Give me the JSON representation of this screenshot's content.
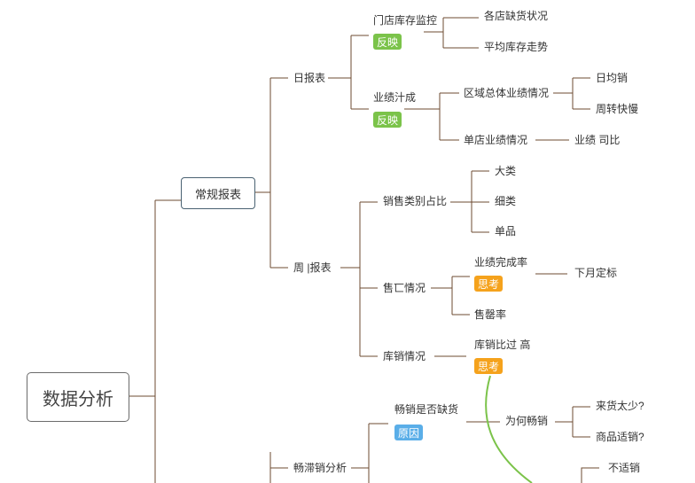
{
  "root": "数据分析",
  "colors": {
    "line": "#6d4b32",
    "green_tag": "#7bc34a",
    "orange_tag": "#f5a21c",
    "blue_tag": "#5aaee8",
    "curve": "#7bc34a"
  },
  "l1": {
    "regular_report": "常规报表",
    "sales_analysis": "畅滞销分析"
  },
  "daily": {
    "label": "日报表",
    "store_inventory": {
      "label": "门店库存监控",
      "tag": "反映",
      "children": [
        "各店缺货状况",
        "平均库存走势"
      ]
    },
    "performance": {
      "label": "业绩汁成",
      "tag": "反映",
      "region": {
        "label": "区域总体业绩情况",
        "children": [
          "日均销",
          "周转快慢"
        ]
      },
      "single_store": {
        "label": "单店业绩情况",
        "child": "业绩 司比"
      }
    }
  },
  "weekly": {
    "label": "周 |报表",
    "category": {
      "label": "销售类别占比",
      "children": [
        "大类",
        "细类",
        "单品"
      ]
    },
    "sellout": {
      "label": "售匸情况",
      "completion": {
        "label": "业绩完成率",
        "tag": "思考",
        "child": "下月定标"
      },
      "sellthrough": "售罄率"
    },
    "inventory_sales": {
      "label": "库销情况",
      "child": "库销比过 高",
      "tag": "思考"
    }
  },
  "bestseller": {
    "label": "畅销是否缺货",
    "tag": "原因",
    "why": {
      "label": "为何畅销",
      "children": [
        "来货太少?",
        "商品适销?"
      ]
    },
    "unsuitable": "不适销"
  }
}
